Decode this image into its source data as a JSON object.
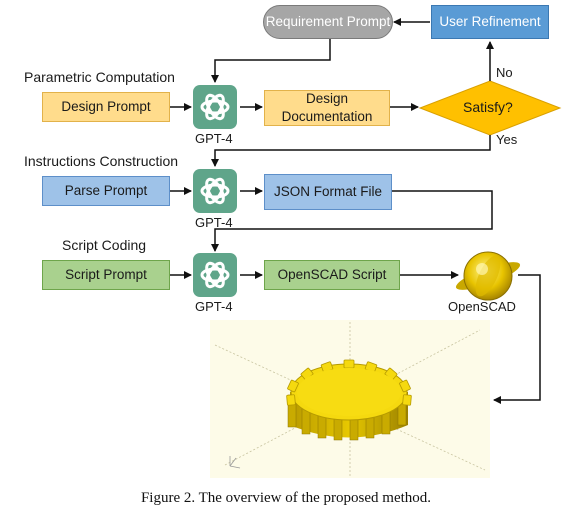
{
  "stages": {
    "parametric": "Parametric Computation",
    "instructions": "Instructions Construction",
    "script": "Script Coding"
  },
  "boxes": {
    "requirement_prompt": "Requirement Prompt",
    "user_refinement": "User Refinement",
    "design_prompt": "Design Prompt",
    "design_documentation": "Design Documentation",
    "satisfy": "Satisfy?",
    "parse_prompt": "Parse Prompt",
    "json_format_file": "JSON Format File",
    "script_prompt": "Script Prompt",
    "openscad_script": "OpenSCAD Script"
  },
  "gpt_label": "GPT-4",
  "branches": {
    "no": "No",
    "yes": "Yes"
  },
  "tool_label": "OpenSCAD",
  "caption": "Figure 2. The overview of the proposed method.",
  "icons": [
    "gpt4-logo-icon",
    "openscad-logo-icon"
  ],
  "colors": {
    "yellow": "#ffdc8c",
    "blue": "#9ec2e8",
    "green": "#a9d18e",
    "gray": "#a6a6a6",
    "user_blue": "#5a9bd5",
    "gpt_green": "#5fa58a",
    "diamond": "#ffc000",
    "gear": "#f2d23c"
  }
}
